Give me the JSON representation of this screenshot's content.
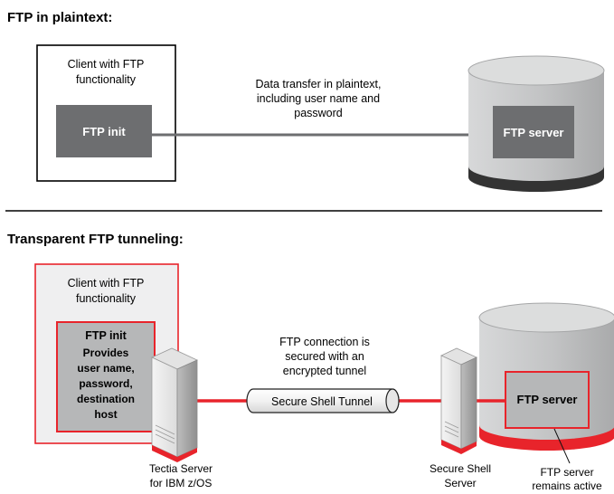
{
  "colors": {
    "accent_red": "#e8242b",
    "box_gray": "#6d6e70",
    "server_gray": "#c9cacb",
    "dark_base": "#333333"
  },
  "top": {
    "heading": "FTP in plaintext:",
    "client_label_line1": "Client with FTP",
    "client_label_line2": "functionality",
    "ftp_init": "FTP init",
    "transfer_line1": "Data transfer in plaintext,",
    "transfer_line2": "including user name and",
    "transfer_line3": "password",
    "ftp_server": "FTP server"
  },
  "bottom": {
    "heading": "Transparent FTP tunneling:",
    "client_label_line1": "Client with FTP",
    "client_label_line2": "functionality",
    "ftp_init": "FTP init",
    "init_detail": [
      "Provides",
      "user name,",
      "password,",
      "destination",
      "host"
    ],
    "connection_line1": "FTP connection is",
    "connection_line2": "secured with an",
    "connection_line3": "encrypted tunnel",
    "tunnel_label": "Secure Shell Tunnel",
    "ftp_server": "FTP server",
    "tectia_line1": "Tectia Server",
    "tectia_line2": "for IBM z/OS",
    "ssh_server_line1": "Secure Shell",
    "ssh_server_line2": "Server",
    "server_active_line1": "FTP server",
    "server_active_line2": "remains active"
  }
}
